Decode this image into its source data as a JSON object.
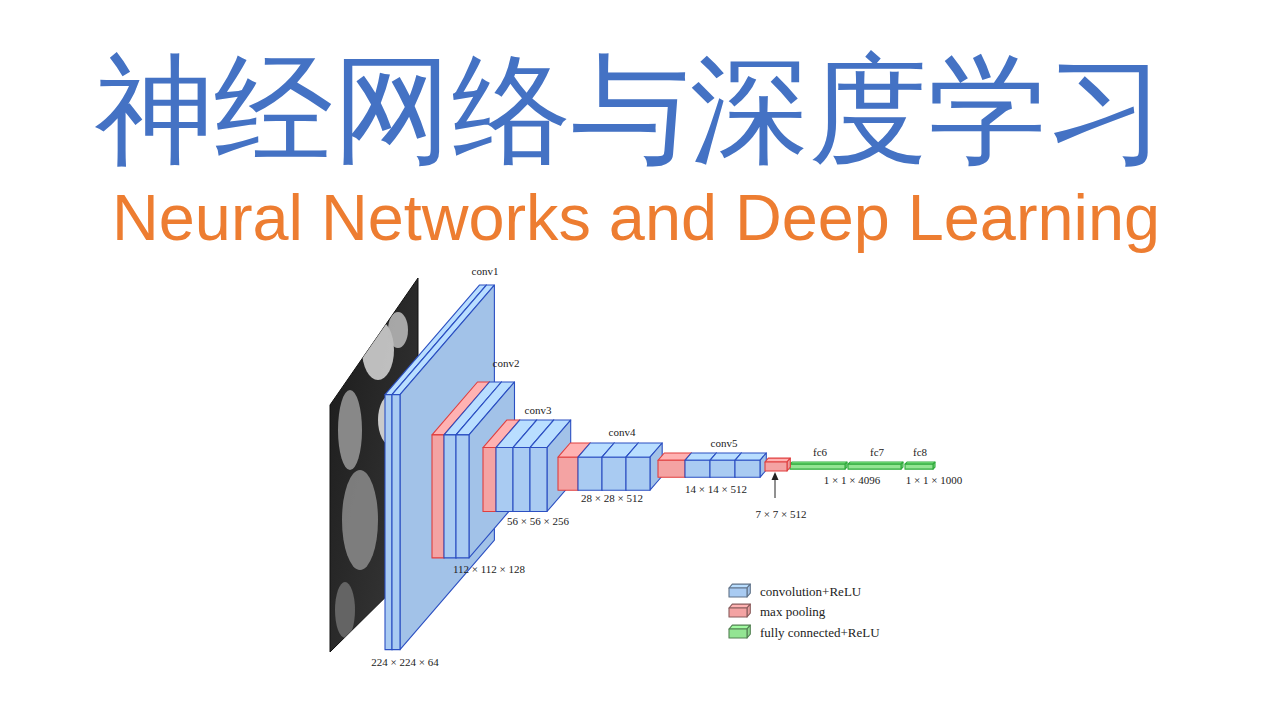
{
  "diagram": {
    "title": "神经网络与深度学习",
    "nodes": [
      {
        "text": [
          "conv1",
          "224 × 224 × 64"
        ]
      },
      {
        "text": [
          "conv2",
          "112 × 112 × 128"
        ]
      },
      {
        "text": [
          "conv3",
          "56 × 56 × 256"
        ]
      },
      {
        "text": [
          "conv4",
          "28 × 28 × 512"
        ]
      },
      {
        "text": [
          "conv5",
          "14 × 14 × 512"
        ]
      },
      {
        "text": [
          "fc6",
          "1 × 1 × 4096"
        ]
      },
      {
        "text": [
          "fc7"
        ]
      },
      {
        "text": [
          "fc8",
          "1 × 1 × 1000"
        ]
      }
    ],
    "labels": [
      "Neural Networks and Deep Learning",
      "7 × 7 × 512"
    ],
    "legend": [
      {
        "text": "convolution+ReLU",
        "color": "#a9cbf2"
      },
      {
        "text": "max pooling",
        "color": "#f4a3a3"
      },
      {
        "text": "fully connected+ReLU",
        "color": "#93e593"
      }
    ]
  }
}
